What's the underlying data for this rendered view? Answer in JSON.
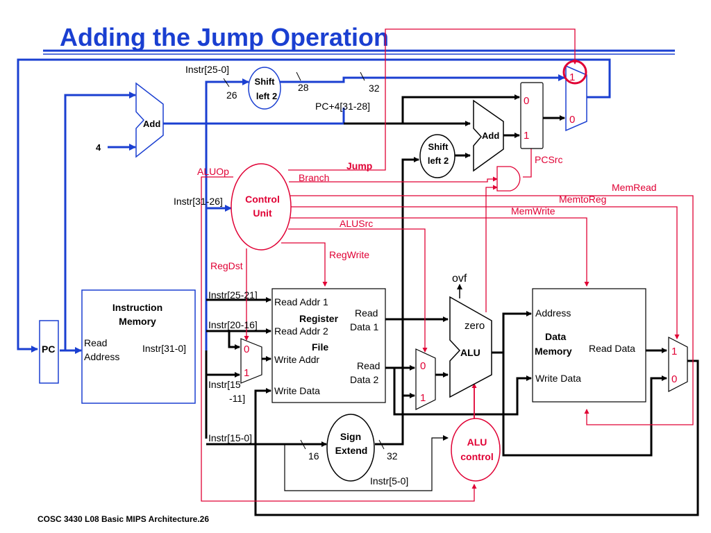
{
  "title": "Adding the Jump Operation",
  "footer": "COSC 3430 L08 Basic MIPS Architecture.26",
  "colors": {
    "datapath": "#000000",
    "fetch": "#1a3fd1",
    "control": "#e00034"
  },
  "blocks": {
    "pc": "PC",
    "instruction_memory": {
      "title": [
        "Instruction",
        "Memory"
      ],
      "read_address": [
        "Read",
        "Address"
      ],
      "output": "Instr[31-0]"
    },
    "pc_adder": {
      "label": "Add",
      "constant": "4"
    },
    "shift_left_jump": [
      "Shift",
      "left 2"
    ],
    "shift_left_branch": [
      "Shift",
      "left 2"
    ],
    "branch_adder": "Add",
    "control_unit": [
      "Control",
      "Unit"
    ],
    "register_file": {
      "title": [
        "Register",
        "File"
      ],
      "read_addr_1": "Read Addr 1",
      "read_addr_2": "Read Addr 2",
      "write_addr": "Write Addr",
      "write_data": "Write Data",
      "read_data_1": [
        "Read",
        "Data 1"
      ],
      "read_data_2": [
        "Read",
        "Data 2"
      ]
    },
    "alu": {
      "label": "ALU",
      "zero": "zero",
      "ovf": "ovf"
    },
    "alu_control": [
      "ALU",
      "control"
    ],
    "sign_extend": [
      "Sign",
      "Extend"
    ],
    "data_memory": {
      "title": [
        "Data",
        "Memory"
      ],
      "address": "Address",
      "write_data": "Write Data",
      "read_data": "Read Data"
    }
  },
  "instruction_fields": {
    "jump_target": "Instr[25-0]",
    "opcode": "Instr[31-26]",
    "rs": "Instr[25-21]",
    "rt": "Instr[20-16]",
    "rd": [
      "Instr[15",
      "-11]"
    ],
    "imm": "Instr[15-0]",
    "funct": "Instr[5-0]"
  },
  "bus_widths": {
    "w26": "26",
    "w28": "28",
    "w32a": "32",
    "w16": "16",
    "w32b": "32"
  },
  "pc_upper": "PC+4[31-28]",
  "control_signals": {
    "jump": "Jump",
    "branch": "Branch",
    "aluop": "ALUOp",
    "memread": "MemRead",
    "memtoreg": "MemtoReg",
    "memwrite": "MemWrite",
    "alusrc": "ALUSrc",
    "regwrite": "RegWrite",
    "regdst": "RegDst",
    "pcsrc": "PCSrc"
  },
  "mux_inputs": {
    "jump_mux": [
      "1",
      "0"
    ],
    "branch_mux": [
      "0",
      "1"
    ],
    "regdst_mux": [
      "0",
      "1"
    ],
    "alusrc_mux": [
      "0",
      "1"
    ],
    "memtoreg_mux": [
      "1",
      "0"
    ]
  }
}
